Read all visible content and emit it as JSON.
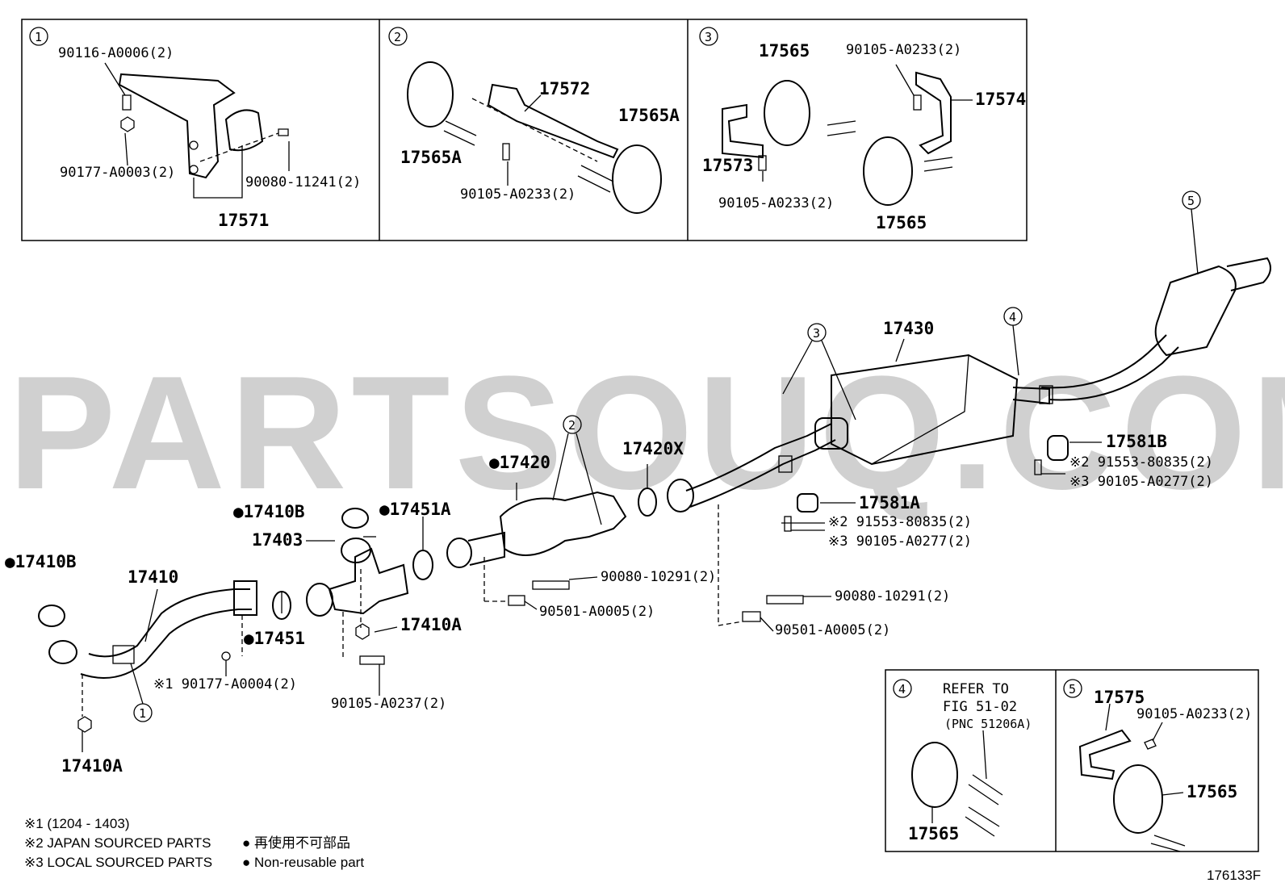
{
  "watermark": "PARTSOUQ.COM",
  "figure_code": "176133F",
  "insets": {
    "i1": {
      "num": "1",
      "labels": [
        "90116-A0006(2)",
        "90177-A0003(2)",
        "90080-11241(2)",
        "17571"
      ]
    },
    "i2": {
      "num": "2",
      "labels": [
        "17572",
        "17565A",
        "17565A",
        "90105-A0233(2)"
      ]
    },
    "i3": {
      "num": "3",
      "labels": [
        "17565",
        "90105-A0233(2)",
        "17574",
        "17573",
        "90105-A0233(2)",
        "17565"
      ]
    },
    "i4": {
      "num": "4",
      "labels": [
        "REFER TO",
        "FIG 51-02",
        "(PNC 51206A)",
        "17565"
      ]
    },
    "i5": {
      "num": "5",
      "labels": [
        "17575",
        "90105-A0233(2)",
        "17565"
      ]
    }
  },
  "callouts": {
    "c1": "1",
    "c2": "2",
    "c3": "3",
    "c4": "4",
    "c5": "5"
  },
  "parts": {
    "p17430": "17430",
    "p17581B": "17581B",
    "p17581B_a": "※2 91553-80835(2)",
    "p17581B_b": "※3 90105-A0277(2)",
    "p17581A": "17581A",
    "p17581A_a": "※2 91553-80835(2)",
    "p17581A_b": "※3 90105-A0277(2)",
    "p17420": "●17420",
    "p17420X": "17420X",
    "p17410B_1": "●17410B",
    "p17451A": "●17451A",
    "p17403": "17403",
    "p17410B_2": "●17410B",
    "p17410": "17410",
    "p17451": "●17451",
    "p17410A_1": "17410A",
    "p17410A_2": "17410A",
    "p90080_1": "90080-10291(2)",
    "p90501_1": "90501-A0005(2)",
    "p90080_2": "90080-10291(2)",
    "p90501_2": "90501-A0005(2)",
    "p90177": "※1  90177-A0004(2)",
    "p90105_237": "90105-A0237(2)"
  },
  "legend": {
    "l1": "※1 (1204 - 1403)",
    "l2": "※2 JAPAN SOURCED PARTS",
    "l3": "※3 LOCAL SOURCED PARTS",
    "r1": "● 再使用不可部品",
    "r2": "● Non-reusable part"
  }
}
